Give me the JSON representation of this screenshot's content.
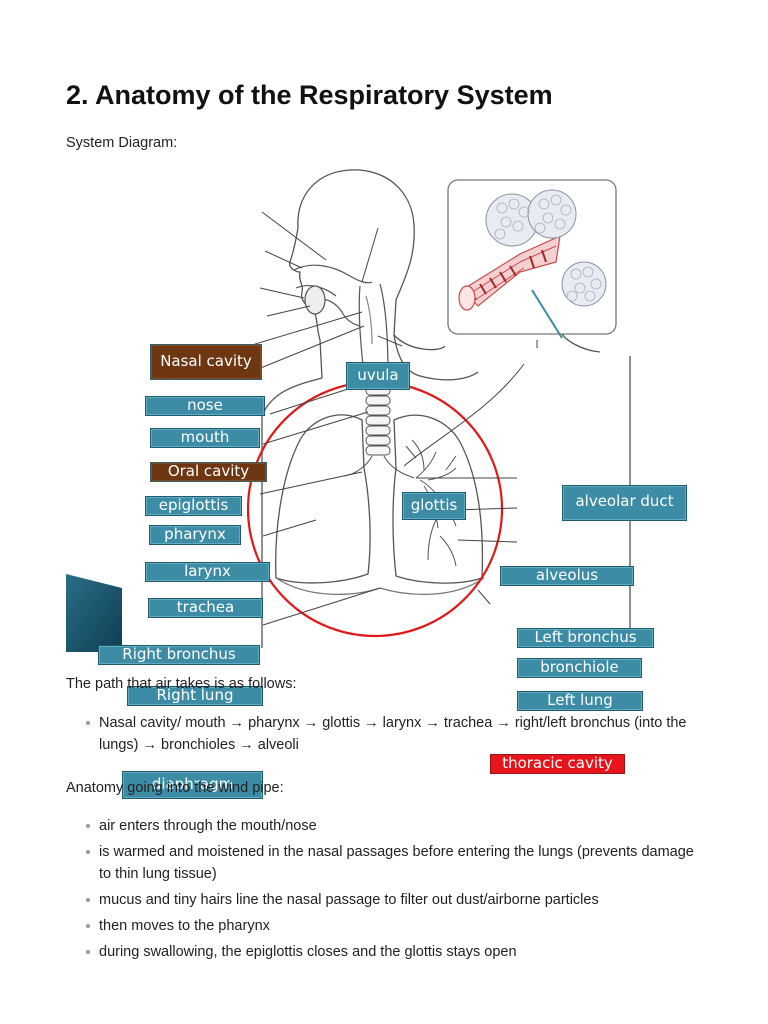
{
  "title": "2. Anatomy of the Respiratory System",
  "diagram_caption": "System Diagram:",
  "labels": {
    "nasal_cavity": "Nasal cavity",
    "uvula": "uvula",
    "nose": "nose",
    "mouth": "mouth",
    "oral_cavity": "Oral cavity",
    "epiglottis": "epiglottis",
    "glottis": "glottis",
    "pharynx": "pharynx",
    "larynx": "larynx",
    "trachea": "trachea",
    "right_bronchus": "Right bronchus",
    "right_lung": "Right lung",
    "diaphragm": "diaphragm",
    "alveolar_duct": "alveolar duct",
    "alveolus": "alveolus",
    "left_bronchus": "Left bronchus",
    "bronchiole": "bronchiole",
    "left_lung": "Left lung",
    "thoracic_cavity": "thoracic cavity"
  },
  "path_intro": "The path that air takes is as follows:",
  "path_items": [
    "Nasal cavity/ mouth → pharynx → glottis → larynx → trachea → right/left bronchus (into the lungs) → bronchioles → alveoli"
  ],
  "windpipe_intro": "Anatomy going into the wind pipe:",
  "windpipe_items": [
    "air enters through the mouth/nose",
    "is warmed and moistened in the nasal passages before entering the lungs (prevents damage to thin lung tissue)",
    "mucus and tiny hairs line the nasal passage to filter out dust/airborne particles",
    "then moves to the pharynx",
    "during swallowing, the epiglottis closes and the glottis stays open"
  ],
  "colors": {
    "label_blue": "#3d8ca6",
    "label_brown": "#6e3712",
    "label_red": "#e8141b",
    "circle_red": "#e01818"
  }
}
